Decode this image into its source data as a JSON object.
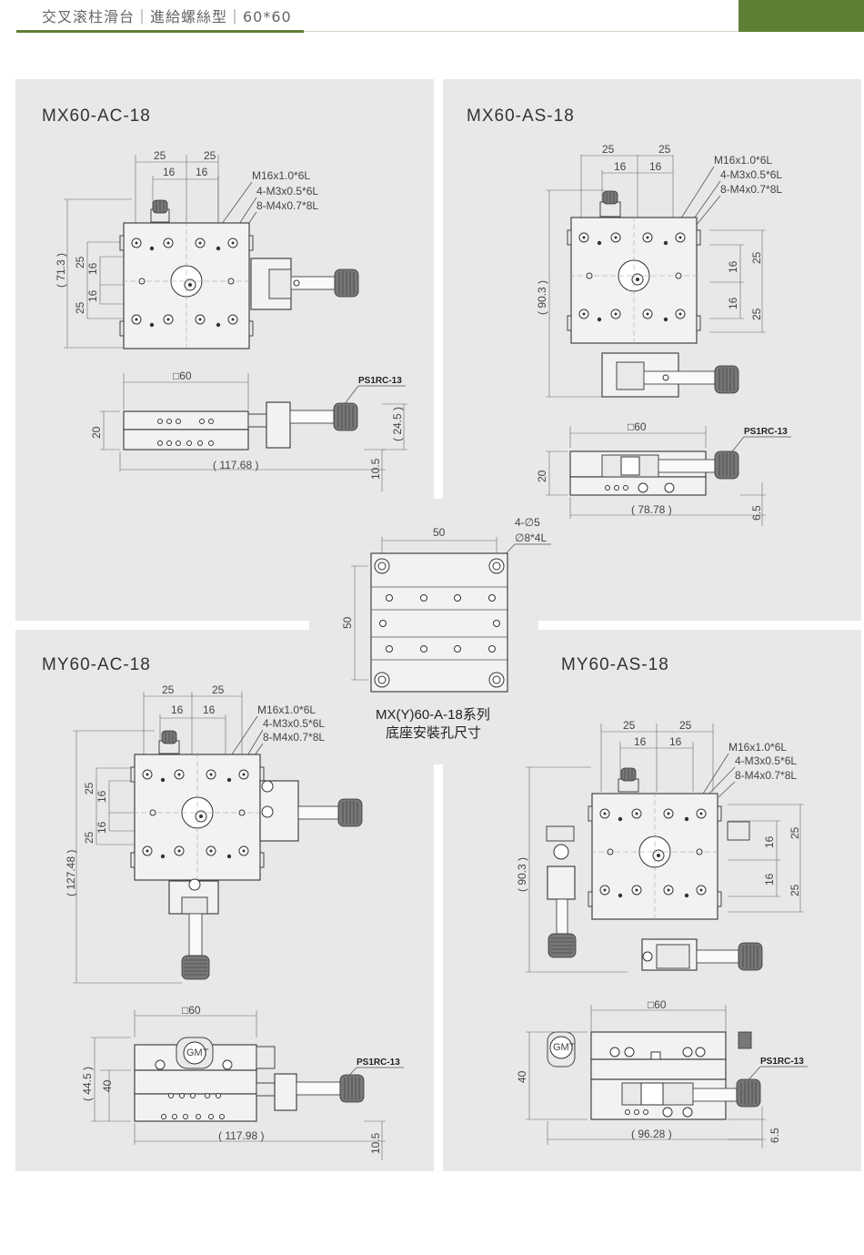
{
  "header": {
    "title": "交叉滚柱滑台｜進給螺絲型｜60*60",
    "accent_color": "#5f7f35"
  },
  "models": {
    "mx_ac": {
      "name": "MX60-AC-18",
      "top_dims": [
        "25",
        "25",
        "16",
        "16"
      ],
      "left_dims": [
        "25",
        "16",
        "16",
        "25"
      ],
      "height_ref": "( 71.3 )",
      "callouts": [
        "M16x1.0*6L",
        "4-M3x0.5*6L",
        "8-M4x0.7*8L"
      ],
      "side_square": "□60",
      "side_label": "PS1RC-13",
      "side_height": "20",
      "side_ref_height": "( 24.5 )",
      "side_length": "( 117.68 )",
      "side_offset": "10.5"
    },
    "mx_as": {
      "name": "MX60-AS-18",
      "top_dims": [
        "25",
        "25",
        "16",
        "16"
      ],
      "right_dims": [
        "25",
        "16",
        "16",
        "25"
      ],
      "height_ref": "( 90.3 )",
      "callouts": [
        "M16x1.0*6L",
        "4-M3x0.5*6L",
        "8-M4x0.7*8L"
      ],
      "side_square": "□60",
      "side_label": "PS1RC-13",
      "side_height": "20",
      "side_length": "( 78.78 )",
      "side_offset": "6.5"
    },
    "my_ac": {
      "name": "MY60-AC-18",
      "top_dims": [
        "25",
        "25",
        "16",
        "16"
      ],
      "left_dims": [
        "25",
        "16",
        "16",
        "25"
      ],
      "height_ref": "( 127.48 )",
      "callouts": [
        "M16x1.0*6L",
        "4-M3x0.5*6L",
        "8-M4x0.7*8L"
      ],
      "side_square": "□60",
      "side_label": "PS1RC-13",
      "side_height": "40",
      "side_ref_height": "( 44.5 )",
      "side_length": "( 117.98 )",
      "side_offset": "10.5"
    },
    "my_as": {
      "name": "MY60-AS-18",
      "top_dims": [
        "25",
        "25",
        "16",
        "16"
      ],
      "right_dims": [
        "25",
        "16",
        "16",
        "25"
      ],
      "height_ref": "( 90.3 )",
      "callouts": [
        "M16x1.0*6L",
        "4-M3x0.5*6L",
        "8-M4x0.7*8L"
      ],
      "side_square": "□60",
      "side_label": "PS1RC-13",
      "side_height": "40",
      "side_length": "( 96.28 )",
      "side_offset": "6.5"
    }
  },
  "base": {
    "width_dim": "50",
    "height_dim": "50",
    "hole_count": "4-∅5",
    "hole_cbore": "∅8*4L",
    "caption_line1": "MX(Y)60-A-18系列",
    "caption_line2": "底座安裝孔尺寸"
  },
  "logo_text": "GMT"
}
